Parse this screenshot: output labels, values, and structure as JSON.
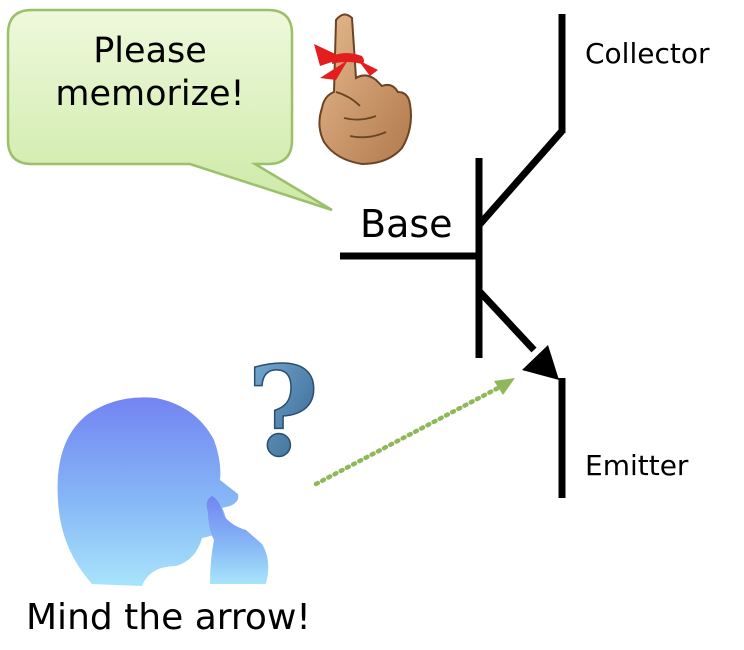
{
  "callout": {
    "line1": "Please",
    "line2": "memorize!"
  },
  "terminals": {
    "collector": "Collector",
    "base": "Base",
    "emitter": "Emitter"
  },
  "caption": "Mind the arrow!",
  "question_mark": "?",
  "icons": [
    "tied-finger-reminder-icon",
    "thinking-person-icon",
    "question-mark-icon"
  ],
  "colors": {
    "bubble_fill": "#d4eeb0",
    "bubble_stroke": "#9bc06a",
    "dotted_arrow": "#8fb85a",
    "silhouette_top": "#7b8cf0",
    "silhouette_bottom": "#9fdcfb",
    "transistor": "#000000"
  }
}
